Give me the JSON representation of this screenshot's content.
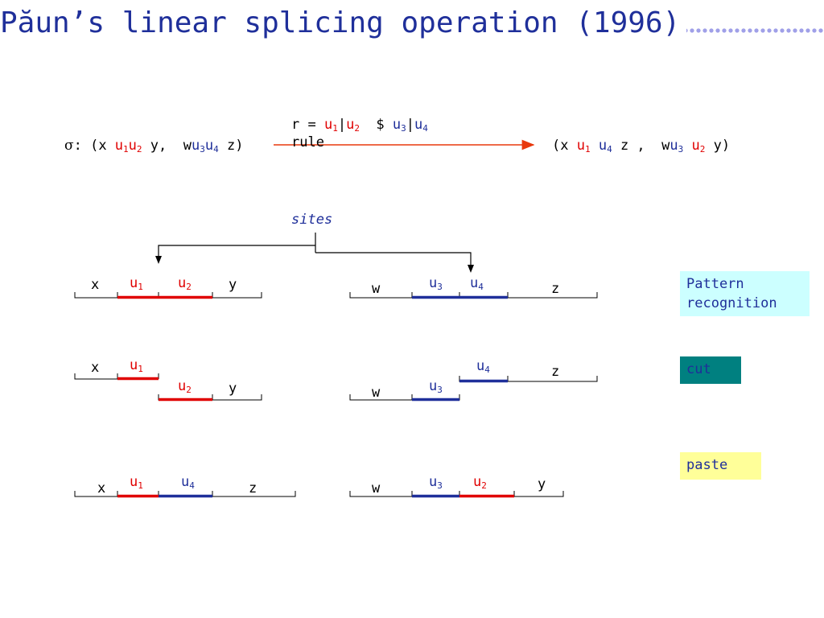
{
  "title": "Păun’s linear splicing operation (1996)",
  "rule": {
    "prefix": "r = ",
    "u1": "u",
    "s1": "1",
    "bar1": "|",
    "u2": "u",
    "s2": "2",
    "dollar": "  $ ",
    "u3": "u",
    "s3": "3",
    "bar2": "|",
    "u4": "u",
    "s4": "4",
    "word": "rule"
  },
  "sigma": {
    "symbol": "σ",
    "open": ": (x ",
    "u1": "u",
    "s1": "1",
    "u2": "u",
    "s2": "2",
    "mid": " y,  w",
    "u3": "u",
    "s3": "3",
    "u4": "u",
    "s4": "4",
    "close": " z)"
  },
  "result": {
    "open": "(x ",
    "u1": "u",
    "s1": "1",
    "u4": "u",
    "s4": "4",
    "mid": " z ,  w",
    "u3": "u",
    "s3": "3",
    "u2": "u",
    "s2": "2",
    "close": " y)"
  },
  "sites_label": "sites",
  "labels": {
    "x": "x",
    "y": "y",
    "z": "z",
    "w": "w",
    "u": "u",
    "s1": "1",
    "s2": "2",
    "s3": "3",
    "s4": "4"
  },
  "steps": {
    "pattern": "Pattern recognition",
    "cut": "cut",
    "paste": "paste"
  },
  "colors": {
    "title": "#1f2f9a",
    "red": "#e00000",
    "blue": "#1f2f9a",
    "arrow": "#e8380d",
    "pattern_bg": "#ccffff",
    "cut_bg": "#008080",
    "paste_bg": "#ffff99"
  }
}
